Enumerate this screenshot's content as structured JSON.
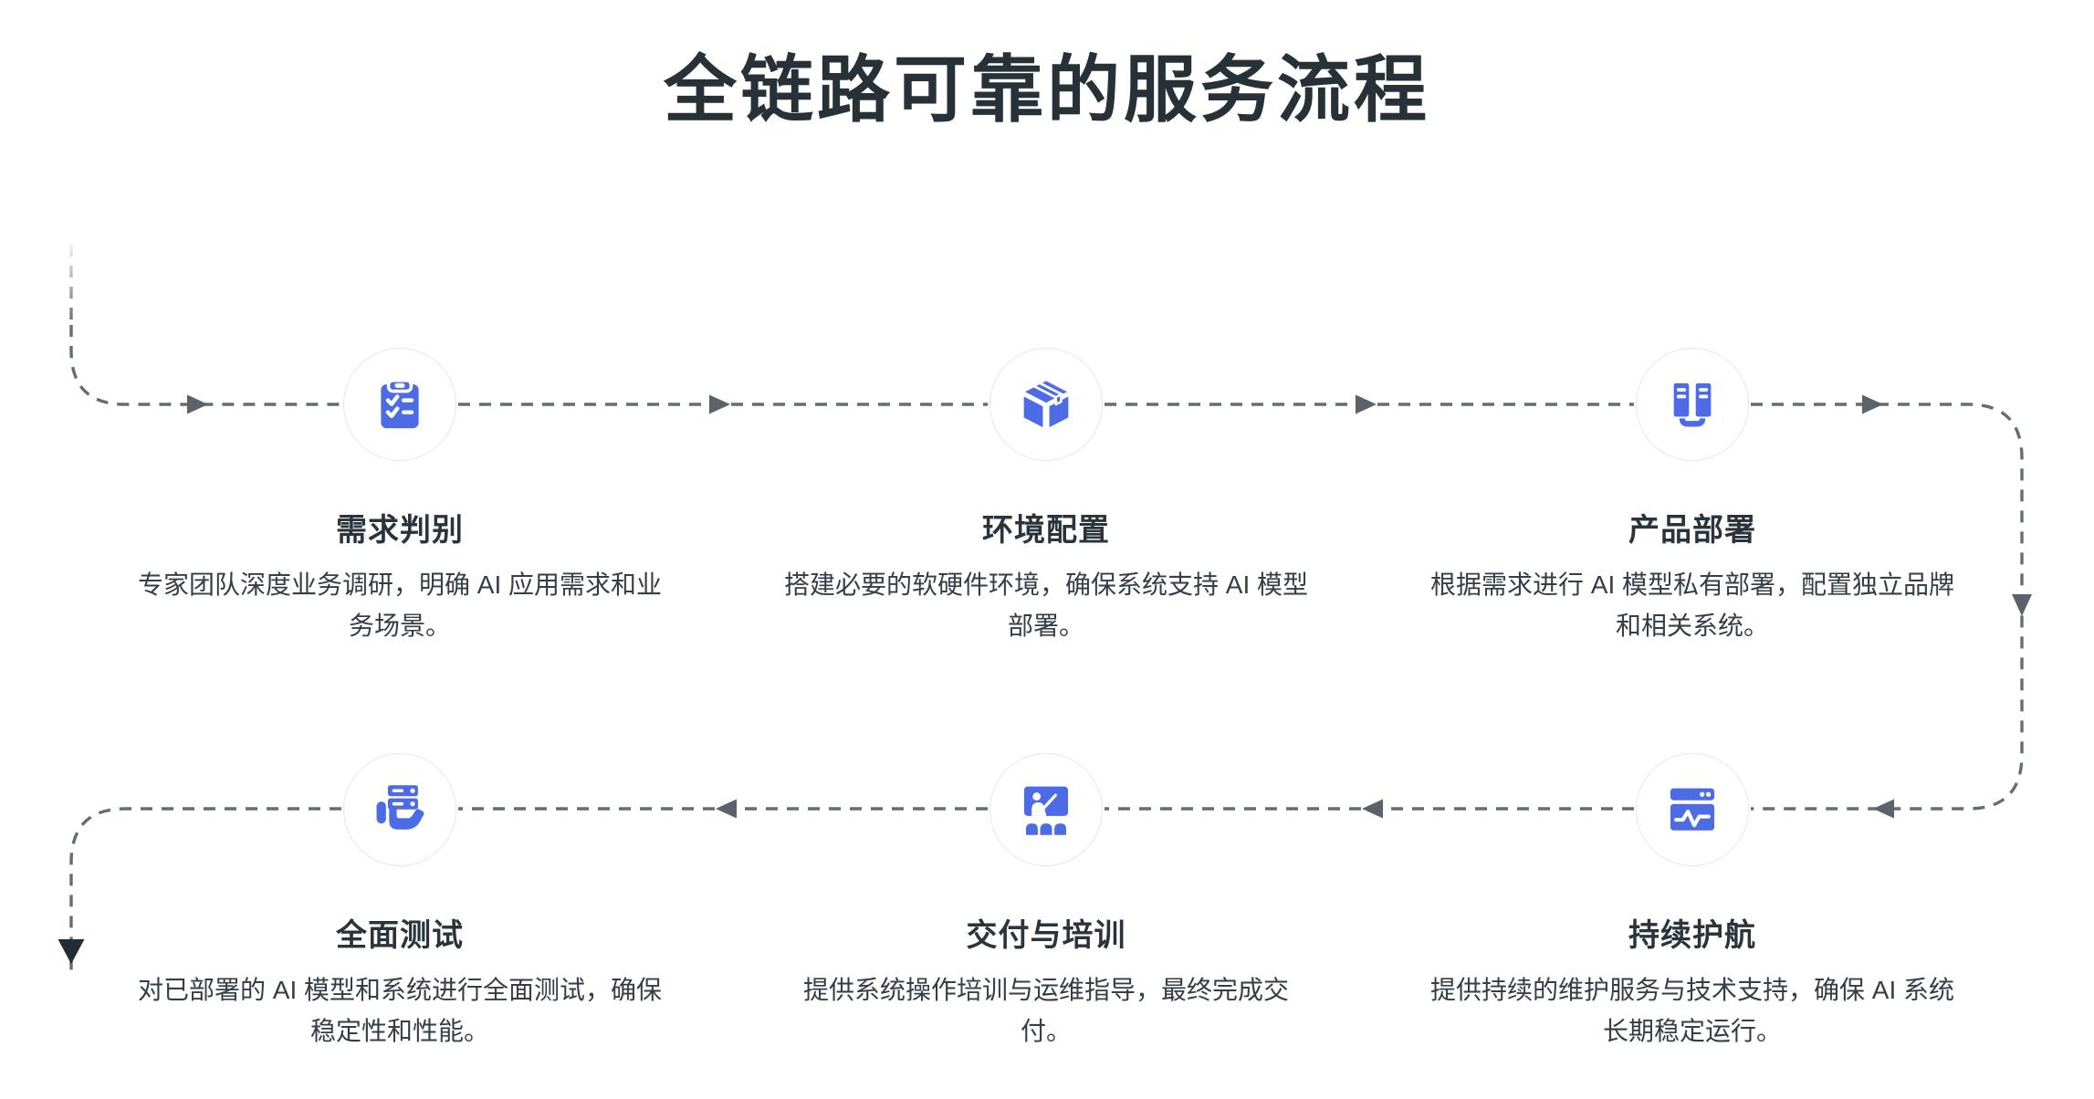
{
  "page": {
    "title": "全链路可靠的服务流程"
  },
  "colors": {
    "accent_blue": "#4d6be5",
    "heading_text": "#263138",
    "step_title_text": "#2a343c",
    "step_desc_text": "#333e47",
    "dash_line": "#646c76",
    "arrowhead": "#5a626c",
    "end_arrowhead": "#222c33",
    "circle_bg": "#ffffff",
    "circle_border": "#e4e7ea"
  },
  "steps": [
    {
      "title": "需求判别",
      "icon": "clipboard-checklist-icon",
      "desc": "专家团队深度业务调研，明确 AI 应用需求和业\n务场景。"
    },
    {
      "title": "环境配置",
      "icon": "package-box-icon",
      "desc": "搭建必要的软硬件环境，确保系统支持 AI 模型\n部署。"
    },
    {
      "title": "产品部署",
      "icon": "server-rack-icon",
      "desc": "根据需求进行 AI 模型私有部署，配置独立品牌\n和相关系统。"
    },
    {
      "title": "全面测试",
      "icon": "hand-holding-server-icon",
      "desc": "对已部署的 AI 模型和系统进行全面测试，确保\n稳定性和性能。"
    },
    {
      "title": "交付与培训",
      "icon": "training-presentation-icon",
      "desc": "提供系统操作培训与运维指导，最终完成交\n付。"
    },
    {
      "title": "持续护航",
      "icon": "window-pulse-icon",
      "desc": "提供持续的维护服务与技术支持，确保 AI 系统\n长期稳定运行。"
    }
  ]
}
